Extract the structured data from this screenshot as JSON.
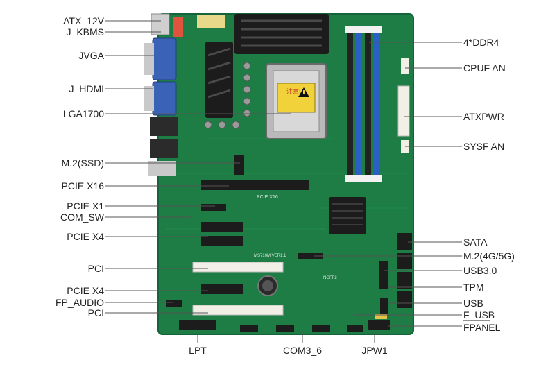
{
  "labels": {
    "atx_12v": "ATX_12V",
    "j_kbms": "J_KBMS",
    "jvga": "JVGA",
    "j_hdmi": "J_HDMI",
    "lga1700": "LGA1700",
    "m2_ssd": "M.2(SSD)",
    "pcie_x16": "PCIE X16",
    "pcie_x1": "PCIE X1",
    "com_sw": "COM_SW",
    "pcie_x4_top": "PCIE X4",
    "pci_top": "PCI",
    "pcie_x4_bottom": "PCIE X4",
    "fp_audio": "FP_AUDIO",
    "pci_bottom": "PCI",
    "ddr4": "4*DDR4",
    "cpuf_an": "CPUF AN",
    "atxpwr": "ATXPWR",
    "sysf_an": "SYSF AN",
    "sata": "SATA",
    "m2_4g5g": "M.2(4G/5G)",
    "usb30": "USB3.0",
    "tpm": "TPM",
    "usb": "USB",
    "f_usb": "F_USB",
    "fpanel": "FPANEL",
    "lpt": "LPT",
    "com3_6": "COM3_6",
    "jpw1": "JPW1"
  },
  "board_print": {
    "warning_text": "注意!",
    "slot_pcie_x16": "PCIE X16",
    "model": "MS710M VER1.1",
    "ngff": "NGFF2"
  },
  "colors": {
    "pcb": "#1d7d45",
    "pcb_dark": "#15633a",
    "heatsink": "#1c1c1c",
    "dimm_blue": "#2a5fc4",
    "dimm_dark": "#222222",
    "pci_white": "#f1efe6",
    "io_blue": "#3a63b8",
    "leader": "#555555",
    "label": "#222222"
  },
  "icons": {
    "warning": "warning-triangle-icon",
    "battery": "cmos-battery-icon"
  }
}
